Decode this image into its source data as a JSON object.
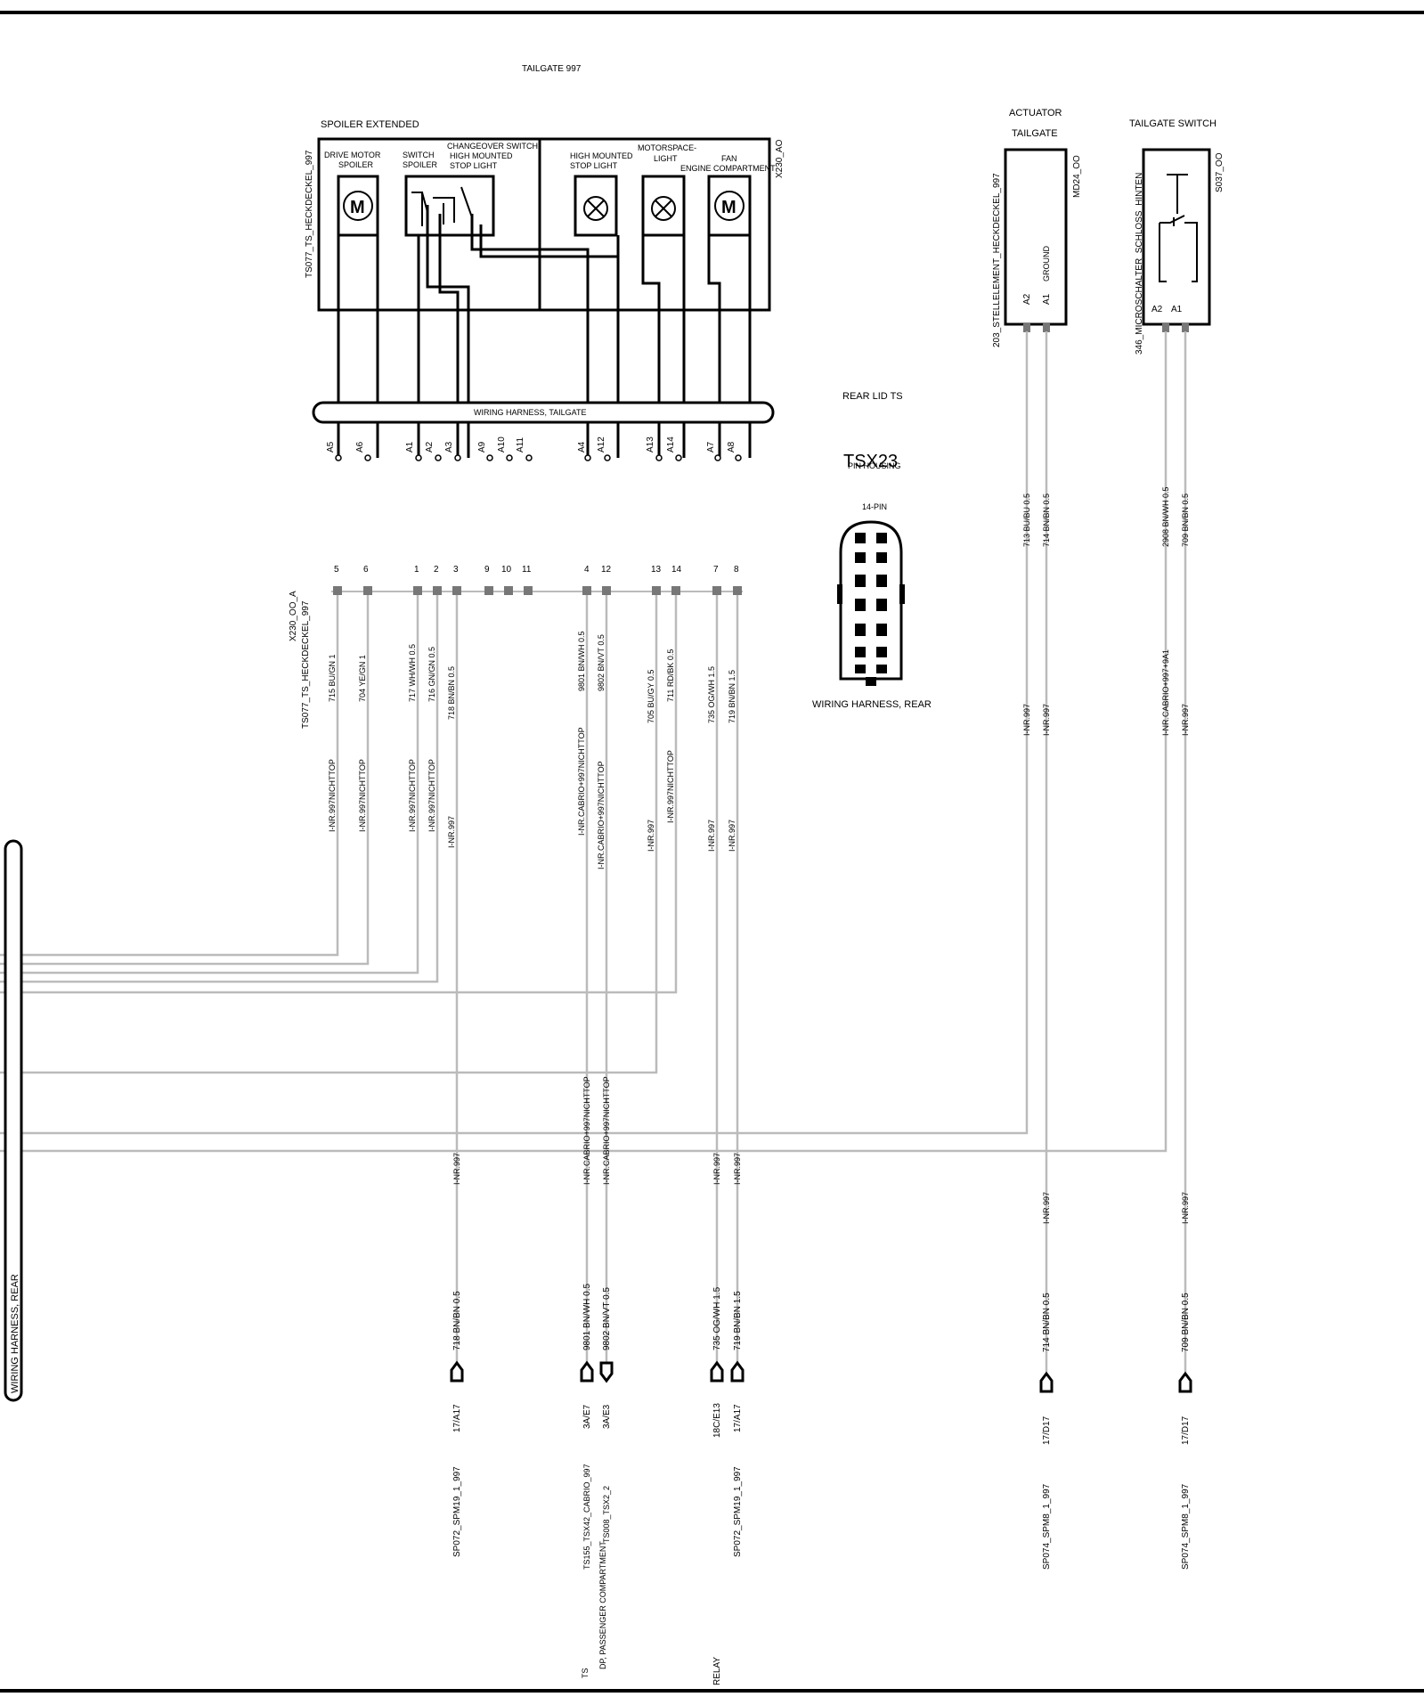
{
  "titles": {
    "tailgate": "TAILGATE  997",
    "spoiler_extended": "SPOILER EXTENDED",
    "rear_lid_ts": "REAR LID TS",
    "tsx23": "TSX23",
    "pin_housing": "PIN HOUSING",
    "fourteen_pin": "14-PIN",
    "wiring_harness_rear_connector": "WIRING HARNESS, REAR",
    "wiring_harness_rear_bus": "WIRING HARNESS, REAR",
    "wiring_harness_tailgate": "WIRING HARNESS, TAILGATE",
    "actuator": "ACTUATOR",
    "actuator_tailgate": "TAILGATE",
    "tailgate_switch": "TAILGATE SWITCH"
  },
  "components": {
    "ts077_side": "TS077_TS_HECKDECKEL_997",
    "x230_ao": "X230_AO",
    "drive_motor": [
      "DRIVE MOTOR",
      "SPOILER"
    ],
    "switch_spoiler": [
      "SWITCH",
      "SPOILER"
    ],
    "changeover": [
      "CHANGEOVER SWITCH",
      "HIGH MOUNTED",
      "STOP LIGHT"
    ],
    "hm_stop_light": [
      "HIGH MOUNTED",
      "STOP LIGHT"
    ],
    "motorspace_light": [
      "MOTORSPACE-",
      "LIGHT"
    ],
    "fan": [
      "FAN",
      "ENGINE COMPARTMENT"
    ],
    "actuator_side": "203_STELLELEMENT_HECKDECKEL_997",
    "md24": "MD24_OO",
    "ground": "GROUND",
    "a2": "A2",
    "a1": "A1",
    "switch_side": "346_MICROSCHALTER_SCHLOSS_HINTEN",
    "s037": "S037_OO",
    "sw_a2": "A2",
    "sw_a1": "A1",
    "x230_oo_a": "X230_OO_A",
    "ts077_conn": "TS077_TS_HECKDECKEL_997"
  },
  "harness_pins": [
    {
      "id": "A5"
    },
    {
      "id": "A6"
    },
    {
      "id": "A1"
    },
    {
      "id": "A2"
    },
    {
      "id": "A3"
    },
    {
      "id": "A9"
    },
    {
      "id": "A10"
    },
    {
      "id": "A11"
    },
    {
      "id": "A4"
    },
    {
      "id": "A12"
    },
    {
      "id": "A13"
    },
    {
      "id": "A14"
    },
    {
      "id": "A7"
    },
    {
      "id": "A8"
    }
  ],
  "connector_pins": [
    {
      "n": "5"
    },
    {
      "n": "6"
    },
    {
      "n": "1"
    },
    {
      "n": "2"
    },
    {
      "n": "3"
    },
    {
      "n": "9"
    },
    {
      "n": "10"
    },
    {
      "n": "11"
    },
    {
      "n": "4"
    },
    {
      "n": "12"
    },
    {
      "n": "13"
    },
    {
      "n": "14"
    },
    {
      "n": "7"
    },
    {
      "n": "8"
    }
  ],
  "wires": [
    {
      "pin": "5",
      "label": "715 BU/GN 1",
      "nr": "I-NR.997NICHTTOP"
    },
    {
      "pin": "6",
      "label": "704 YE/GN 1",
      "nr": "I-NR.997NICHTTOP"
    },
    {
      "pin": "1",
      "label": "717 WH/WH 0.5",
      "nr": "I-NR.997NICHTTOP"
    },
    {
      "pin": "2",
      "label": "716 GN/GN 0.5",
      "nr": "I-NR.997NICHTTOP"
    },
    {
      "pin": "3",
      "label": "718 BN/BN 0.5",
      "nr": "I-NR.997",
      "nr_low": "I-NR.997",
      "end_label": "718 BN/BN 0.5",
      "ref": "17/A17",
      "dest": "SP072_SPM19_1_997"
    },
    {
      "pin": "4",
      "label": "9801 BN/WH 0.5",
      "nr": "I-NR.CABRIO+997NICHTTOP",
      "nr_low": "I-NR.CABRIO+997NICHTTOP",
      "end_label": "9801 BN/WH 0.5",
      "ref": "3A/E7",
      "dest": "TS155_TSX42_CABRIO_997"
    },
    {
      "pin": "12",
      "label": "9802 BN/VT 0.5",
      "nr": "I-NR.CABRIO+997NICHTTOP",
      "nr_low": "I-NR.CABRIO+997NICHTTOP",
      "end_label": "9802 BN/VT 0.5",
      "ref": "3A/E3",
      "dest": "TS008_TSX2_2"
    },
    {
      "pin": "13",
      "label": "705 BU/GY 0.5",
      "nr": "I-NR.997"
    },
    {
      "pin": "14",
      "label": "711 RD/BK 0.5",
      "nr": "I-NR.997NICHTTOP"
    },
    {
      "pin": "7",
      "label": "735 OG/WH 1.5",
      "nr": "I-NR.997",
      "nr_low": "I-NR.997",
      "end_label": "735 OG/WH 1.5",
      "ref": "18C/E13"
    },
    {
      "pin": "8",
      "label": "719 BN/BN 1.5",
      "nr": "I-NR.997",
      "nr_low": "I-NR.997",
      "end_label": "719 BN/BN 1.5",
      "ref": "17/A17",
      "dest": "SP072_SPM19_1_997"
    }
  ],
  "right_wires": [
    {
      "label": "713 BU/BU 0.5",
      "nr": "I-NR.997"
    },
    {
      "label": "714 BN/BN 0.5",
      "nr": "I-NR.997",
      "nr_low": "I-NR.997",
      "end_label": "714 BN/BN 0.5",
      "ref": "17/D17",
      "dest": "SP074_SPM8_1_997"
    },
    {
      "label": "2908 BN/WH 0.5",
      "nr": "I-NR.CABRIO+997+9A1"
    },
    {
      "label": "709 BN/BN 0.5",
      "nr": "I-NR.997",
      "nr_low": "I-NR.997",
      "end_label": "709 BN/BN 0.5",
      "ref": "17/D17",
      "dest": "SP074_SPM8_1_997"
    }
  ],
  "bottom_notes": {
    "ts": "TS",
    "dp": "DP, PASSENGER COMPARTMENT",
    "relay": "RELAY"
  }
}
